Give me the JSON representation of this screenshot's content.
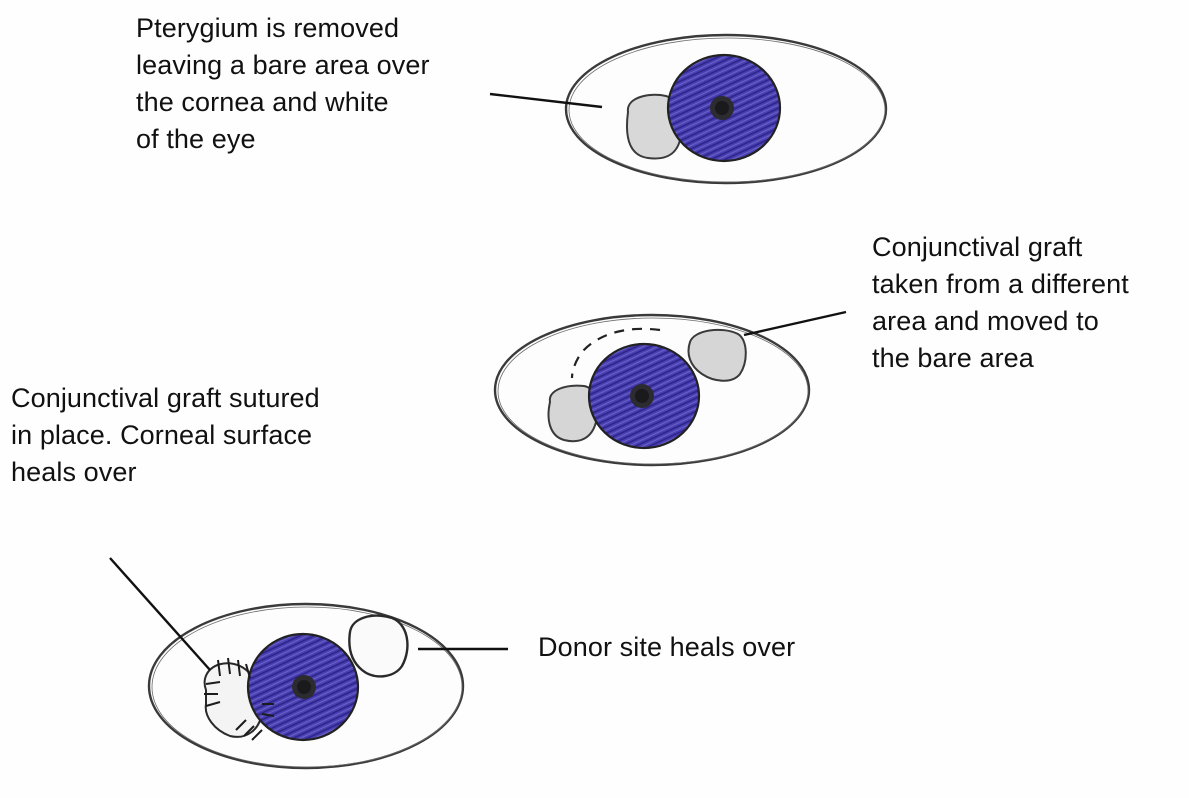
{
  "colors": {
    "iris": "#3c33a0",
    "pupil": "#2a2a2e",
    "pencil": "#3a3a3a",
    "graft_fill": "#d6d6d6"
  },
  "annotations": {
    "step1": {
      "lines": [
        "Pterygium is removed",
        "leaving a bare area over",
        "the cornea and white",
        "of the eye"
      ]
    },
    "step2": {
      "lines": [
        "Conjunctival graft",
        "taken from a different",
        "area and moved to",
        "the bare area"
      ]
    },
    "step3": {
      "lines": [
        "Conjunctival graft sutured",
        "in place. Corneal surface",
        "heals over"
      ]
    },
    "step4": {
      "lines": [
        "Donor site heals over"
      ]
    }
  },
  "icons": [
    "eye-sketch",
    "graft-patch",
    "suture-marks"
  ]
}
